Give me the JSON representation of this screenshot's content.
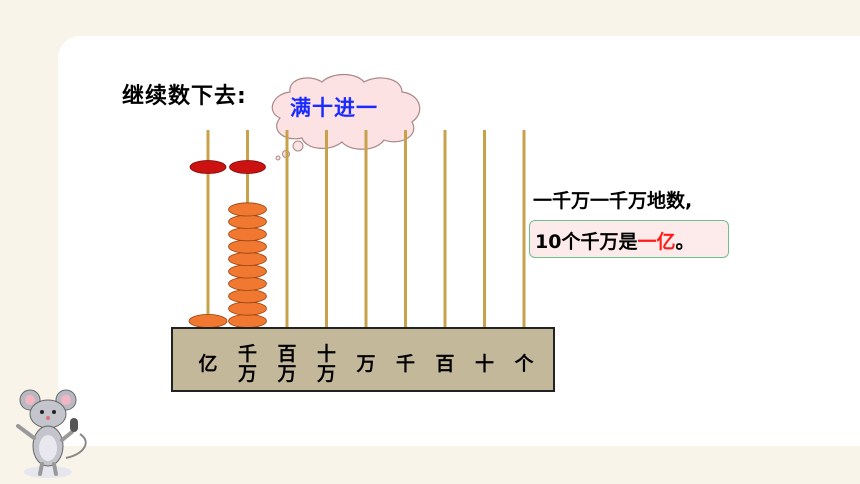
{
  "heading": "继续数下去:",
  "bubble": {
    "text": "满十进一"
  },
  "abacus": {
    "rods": [
      {
        "label": "亿",
        "lower_beads": 1,
        "upper_beads": 1
      },
      {
        "label": "千万",
        "lower_beads": 10,
        "upper_beads": 1
      },
      {
        "label": "百万",
        "lower_beads": 0,
        "upper_beads": 0
      },
      {
        "label": "十万",
        "lower_beads": 0,
        "upper_beads": 0
      },
      {
        "label": "万",
        "lower_beads": 0,
        "upper_beads": 0
      },
      {
        "label": "千",
        "lower_beads": 0,
        "upper_beads": 0
      },
      {
        "label": "百",
        "lower_beads": 0,
        "upper_beads": 0
      },
      {
        "label": "十",
        "lower_beads": 0,
        "upper_beads": 0
      },
      {
        "label": "个",
        "lower_beads": 0,
        "upper_beads": 0
      }
    ],
    "colors": {
      "rod": "#c8a24a",
      "lower_bead": "#f07830",
      "upper_bead": "#cc1111",
      "base": "#c3b89a"
    }
  },
  "explanation": {
    "line1": "一千万一千万地数,",
    "line2_prefix": "10个千万是",
    "line2_highlight": "一亿",
    "line2_suffix": "。"
  },
  "colors": {
    "accent_red": "#ff1a1a",
    "bubble_text": "#1a2bff",
    "background": "#f8f4ea"
  }
}
